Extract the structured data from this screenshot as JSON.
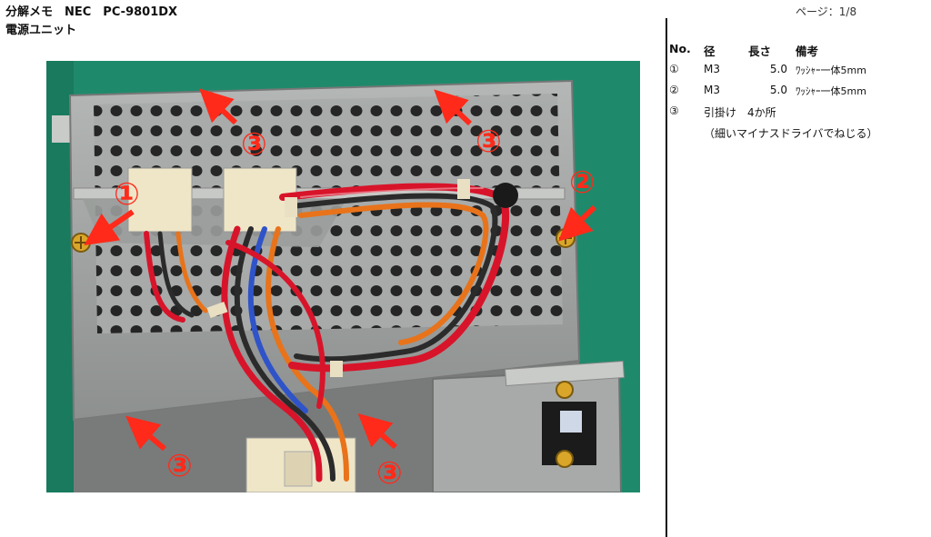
{
  "header": {
    "title": "分解メモ　NEC　PC-9801DX",
    "subtitle": "電源ユニット",
    "page_label": "ページ：1/8"
  },
  "photo": {
    "callouts": [
      "①",
      "②",
      "③",
      "③",
      "③",
      "③"
    ]
  },
  "spec_table": {
    "headers": {
      "no": "No.",
      "diameter": "径",
      "length": "長さ",
      "note": "備考"
    },
    "rows": [
      {
        "no": "①",
        "diameter": "M3",
        "length": "5.0",
        "note": "ﾜｯｼｬｰ一体5mm"
      },
      {
        "no": "②",
        "diameter": "M3",
        "length": "5.0",
        "note": "ﾜｯｼｬｰ一体5mm"
      },
      {
        "no": "③",
        "diameter": "引掛け　4か所",
        "length": "",
        "note": ""
      }
    ],
    "footnote": "（細いマイナスドライバでねじる）"
  }
}
